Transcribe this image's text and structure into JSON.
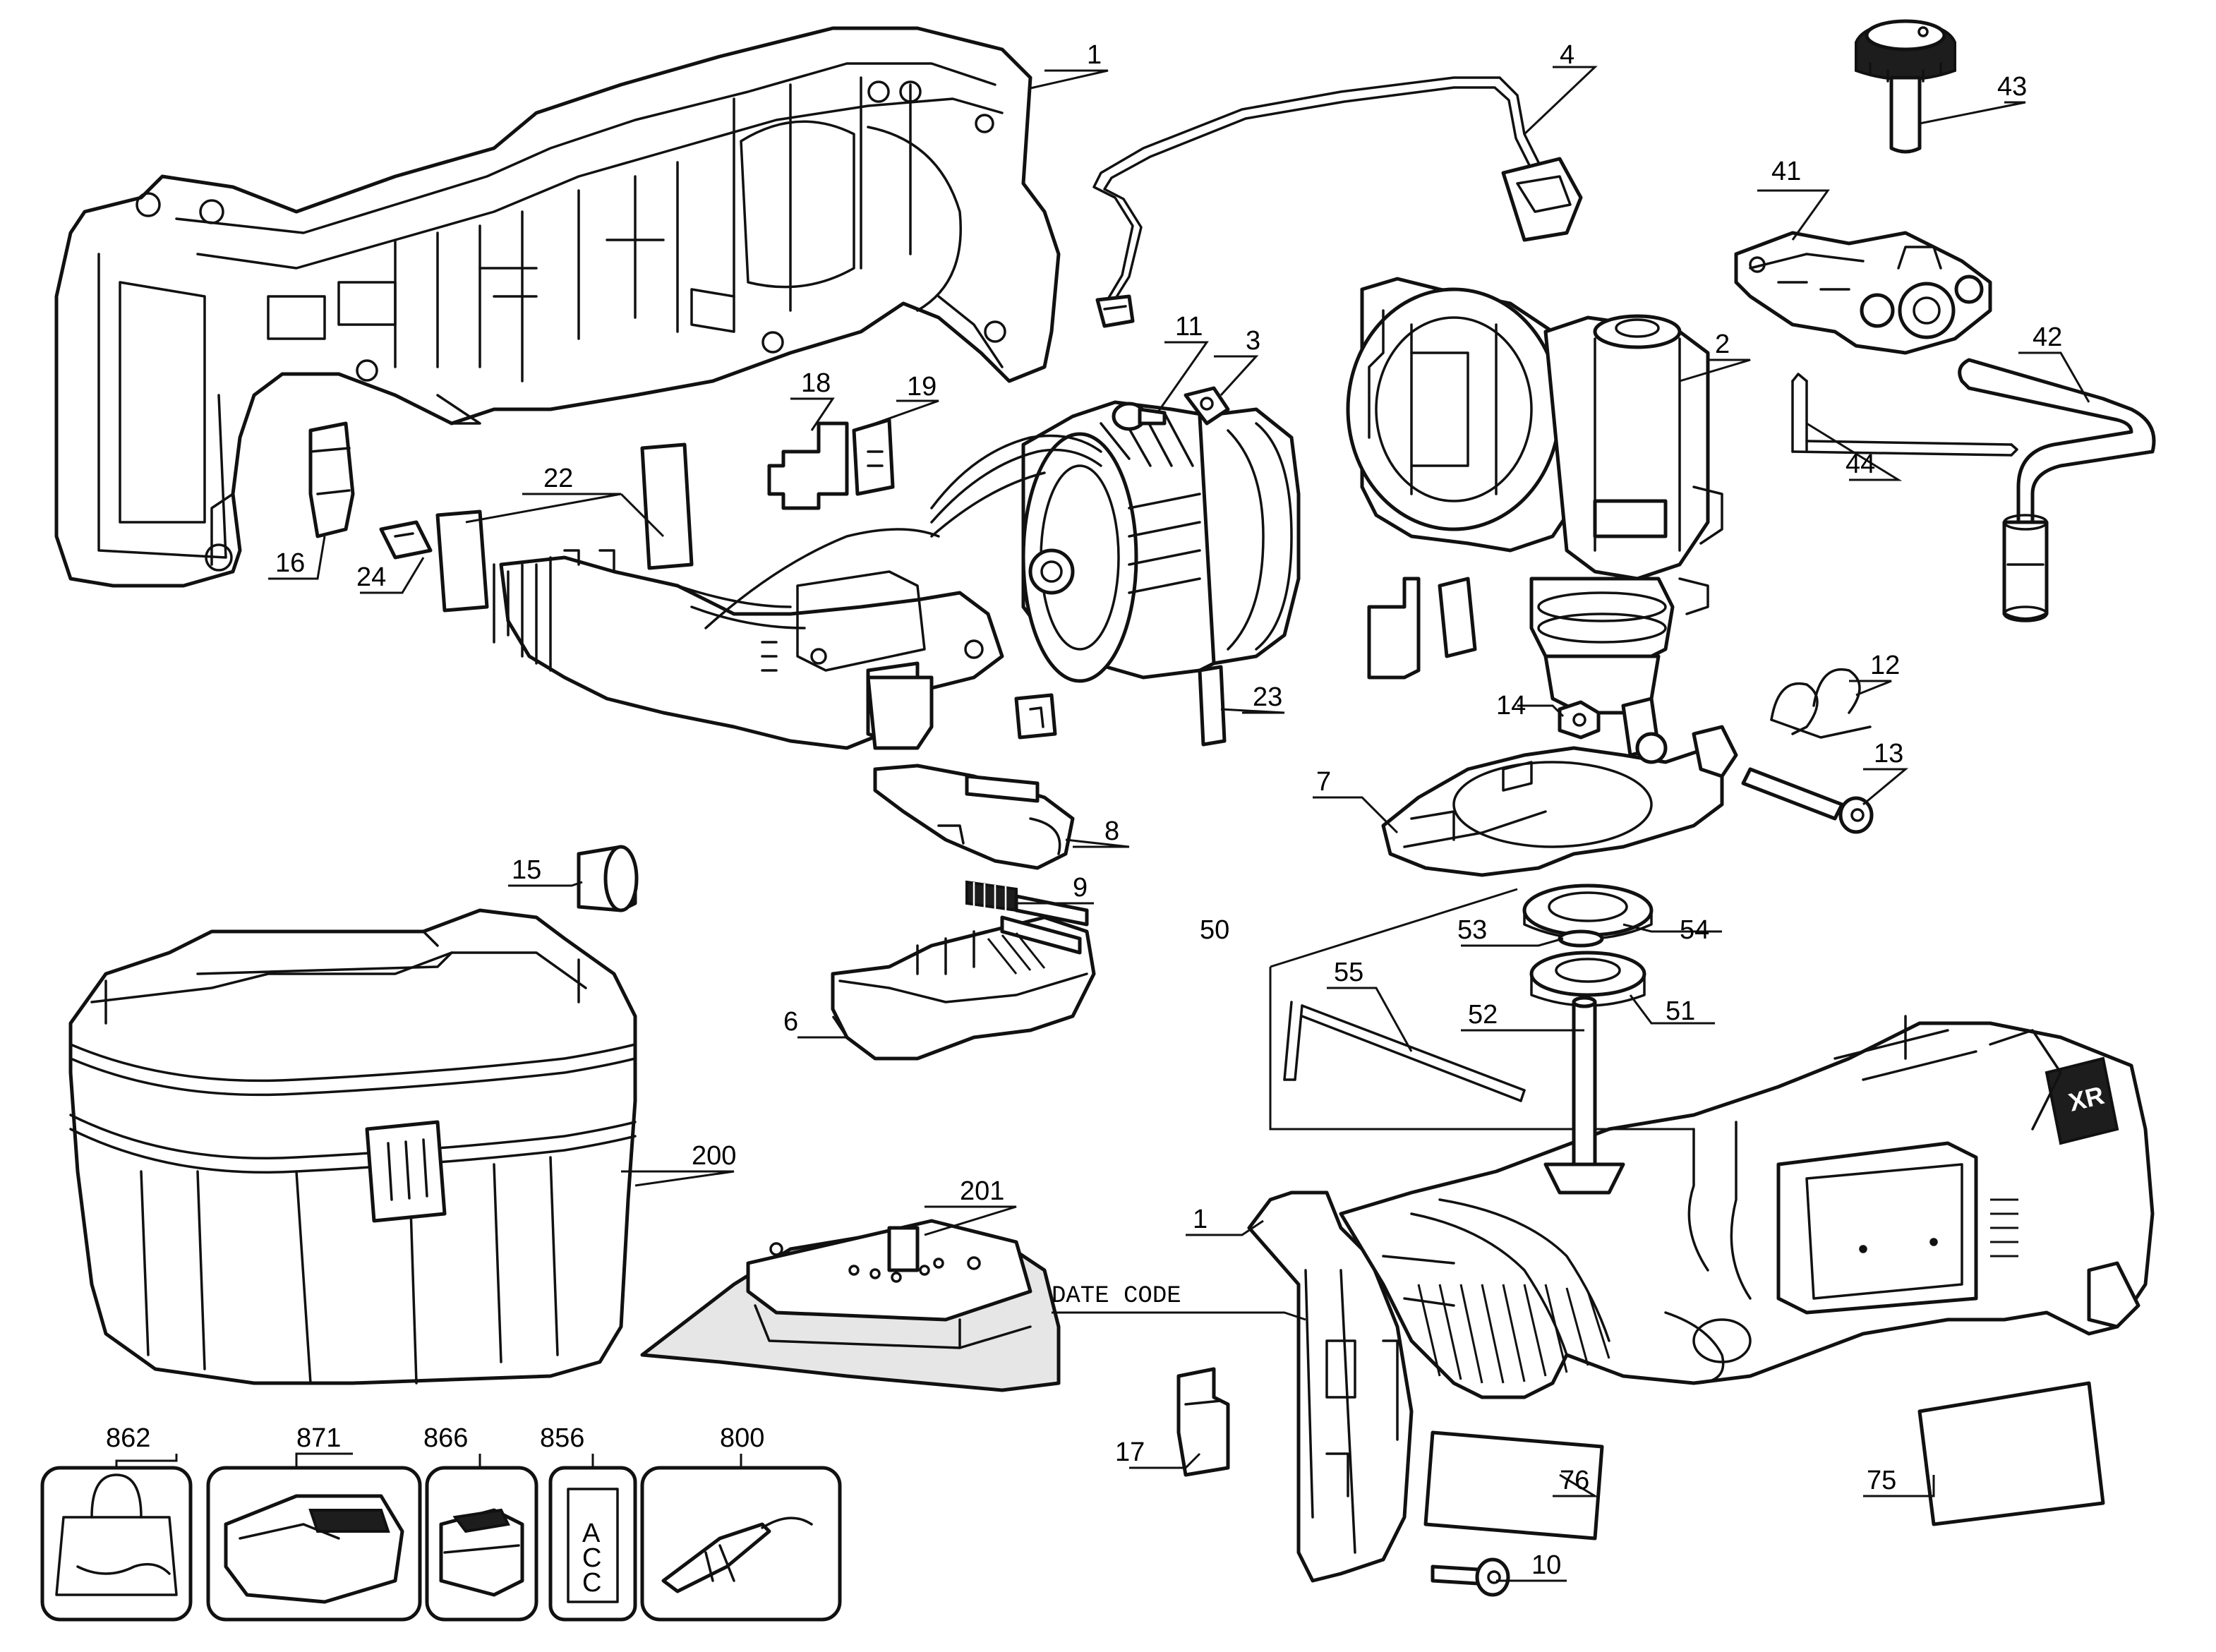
{
  "callouts": {
    "c1a": "1",
    "c4": "4",
    "c43": "43",
    "c41": "41",
    "c42": "42",
    "c44": "44",
    "c3": "3",
    "c11": "11",
    "c18": "18",
    "c19": "19",
    "c2": "2",
    "c22": "22",
    "c16": "16",
    "c24": "24",
    "c23": "23",
    "c12": "12",
    "c14": "14",
    "c13": "13",
    "c7": "7",
    "c8": "8",
    "c9": "9",
    "c15": "15",
    "c50": "50",
    "c53": "53",
    "c54": "54",
    "c55": "55",
    "c52": "52",
    "c51": "51",
    "c6": "6",
    "c200": "200",
    "c201": "201",
    "c1b": "1",
    "date_code": "DATE CODE",
    "c17": "17",
    "c75": "75",
    "c76": "76",
    "c10": "10",
    "c862": "862",
    "c871": "871",
    "c866": "866",
    "c856": "856",
    "c800": "800"
  },
  "accessory_card_856_text": [
    "A",
    "C",
    "C"
  ],
  "badge_text": "XR"
}
